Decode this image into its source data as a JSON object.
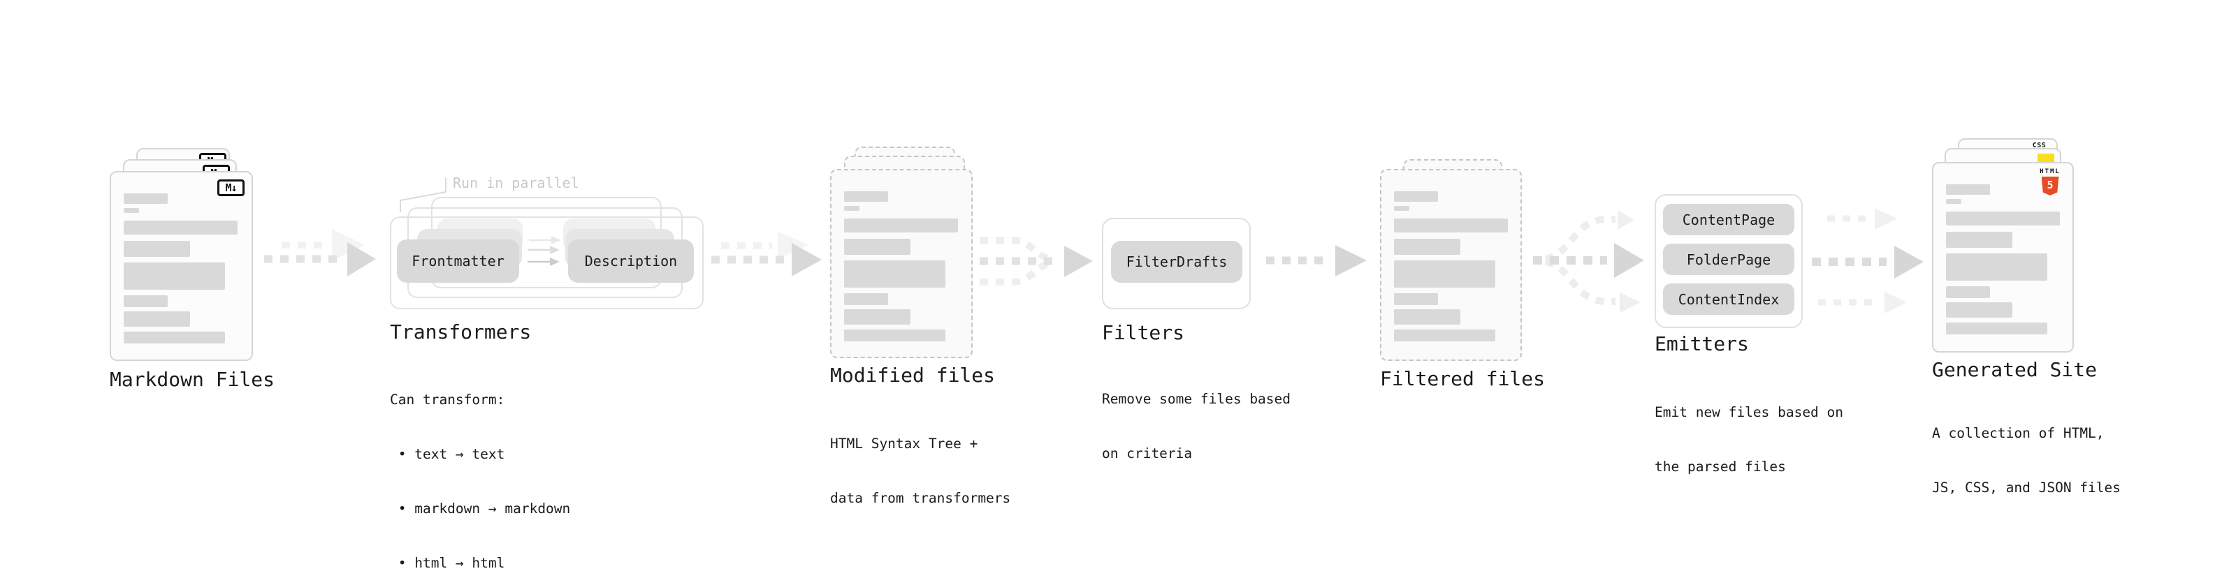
{
  "colors": {
    "text": "#1b1b1b",
    "annotation_gray": "#c9c9c9",
    "card_border": "#d5d5d5",
    "dashed_border": "#c5c5c5",
    "container_border": "#e0e0e0",
    "bar_fill": "#d9d9d9",
    "pill_fill": "#d9d9d9",
    "arrow_main": "#d8d8d8",
    "arrow_faint": "#f1f1f1",
    "html5_orange": "#e44d26",
    "css_blue": "#2965f1",
    "js_yellow": "#f7df1e"
  },
  "stages": {
    "markdown": {
      "title": "Markdown Files",
      "file_badge": "M↓"
    },
    "transformers": {
      "title": "Transformers",
      "annotation": "Run in parallel",
      "button_left": "Frontmatter",
      "button_right": "Description",
      "desc_lines": [
        "Can transform:",
        " • text → text",
        " • markdown → markdown",
        " • html → html"
      ]
    },
    "modified": {
      "title": "Modified files",
      "desc_lines": [
        "HTML Syntax Tree +",
        "data from transformers"
      ]
    },
    "filters": {
      "title": "Filters",
      "button": "FilterDrafts",
      "desc_lines": [
        "Remove some files based",
        "on criteria"
      ]
    },
    "filtered": {
      "title": "Filtered files"
    },
    "emitters": {
      "title": "Emitters",
      "buttons": [
        "ContentPage",
        "FolderPage",
        "ContentIndex"
      ],
      "desc_lines": [
        "Emit new files based on",
        "the parsed files"
      ]
    },
    "generated": {
      "title": "Generated Site",
      "css_badge": "CSS",
      "html_badge_label": "HTML",
      "html_badge_number": "5",
      "desc_lines": [
        "A collection of HTML,",
        "JS, CSS, and JSON files"
      ]
    }
  }
}
